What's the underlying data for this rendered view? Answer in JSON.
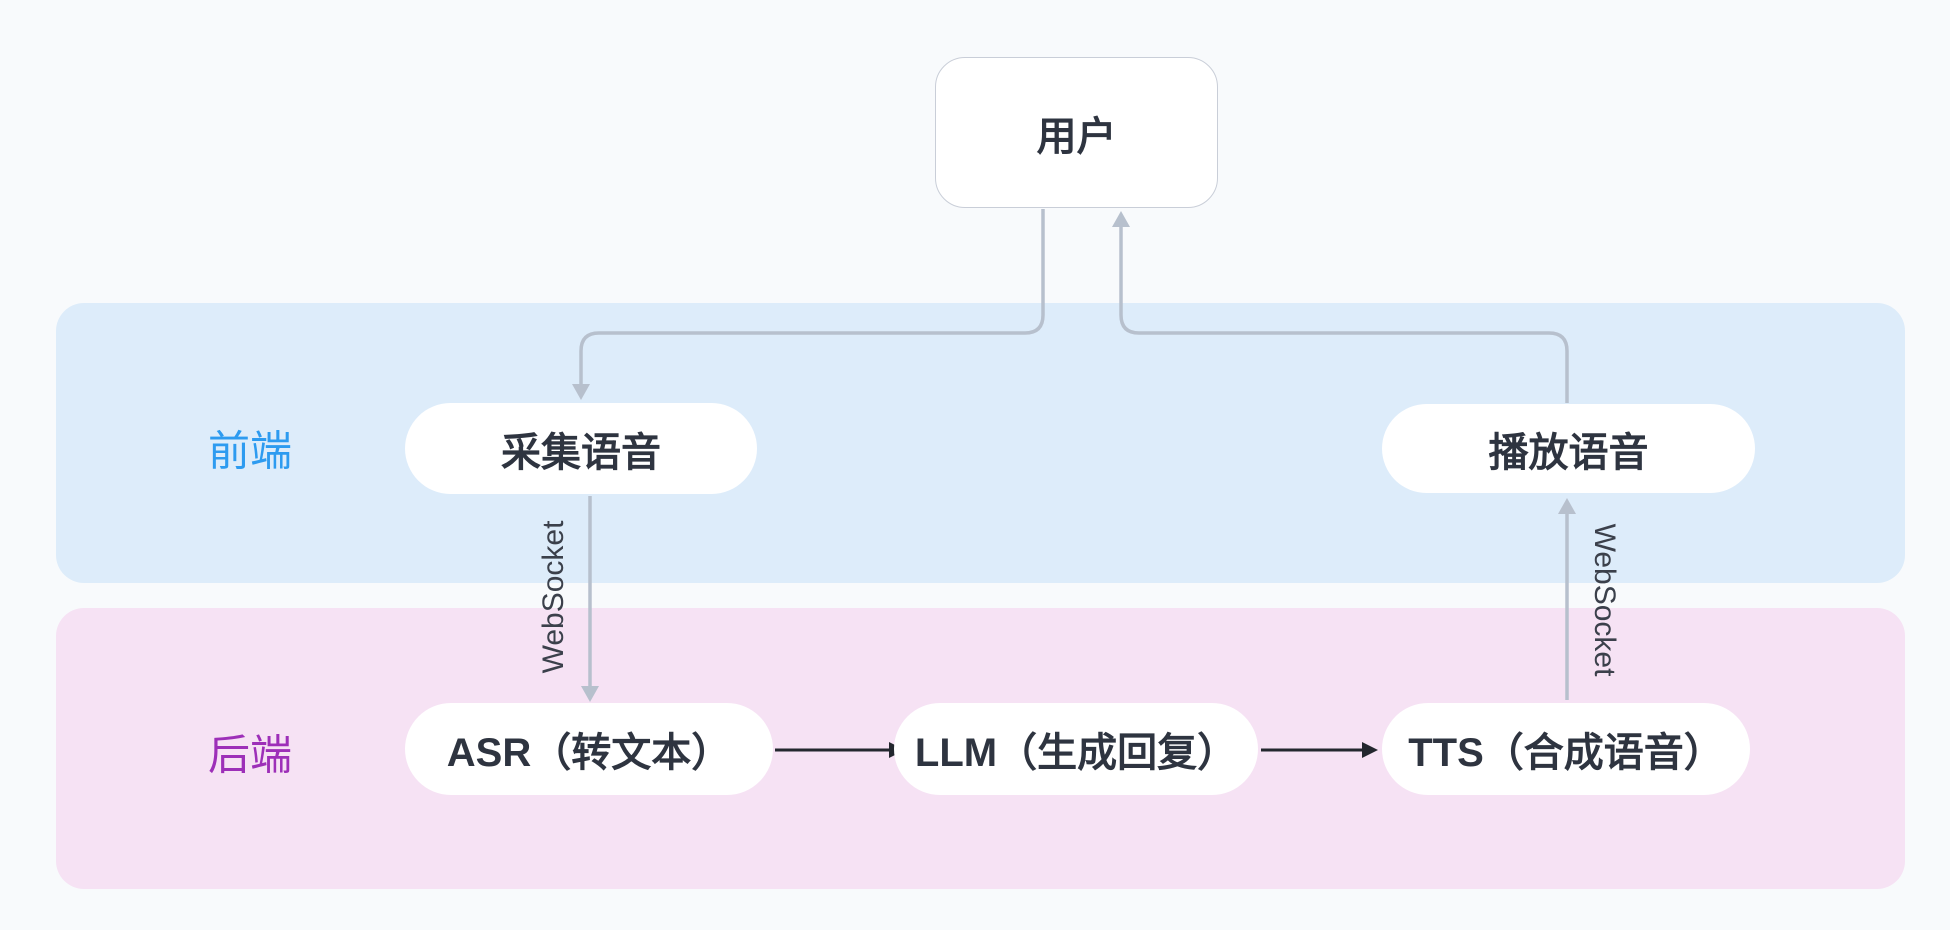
{
  "diagram": {
    "user_node": "用户",
    "frontend": {
      "label": "前端",
      "nodes": [
        {
          "label": "采集语音"
        },
        {
          "label": "播放语音"
        }
      ]
    },
    "backend": {
      "label": "后端",
      "nodes": [
        {
          "label": "ASR（转文本）"
        },
        {
          "label": "LLM（生成回复）"
        },
        {
          "label": "TTS（合成语音）"
        }
      ]
    },
    "edges": {
      "websocket_left": "WebSocket",
      "websocket_right": "WebSocket"
    },
    "colors": {
      "page_bg": "#f8fafc",
      "frontend_band": "#ddecfa",
      "backend_band": "#f6e2f4",
      "frontend_label": "#2d9bf0",
      "backend_label": "#9d2fb8",
      "connector_gray": "#b7c0cd",
      "arrow_dark": "#23272e",
      "node_text": "#2e3440",
      "node_border": "#c9ced8"
    }
  }
}
